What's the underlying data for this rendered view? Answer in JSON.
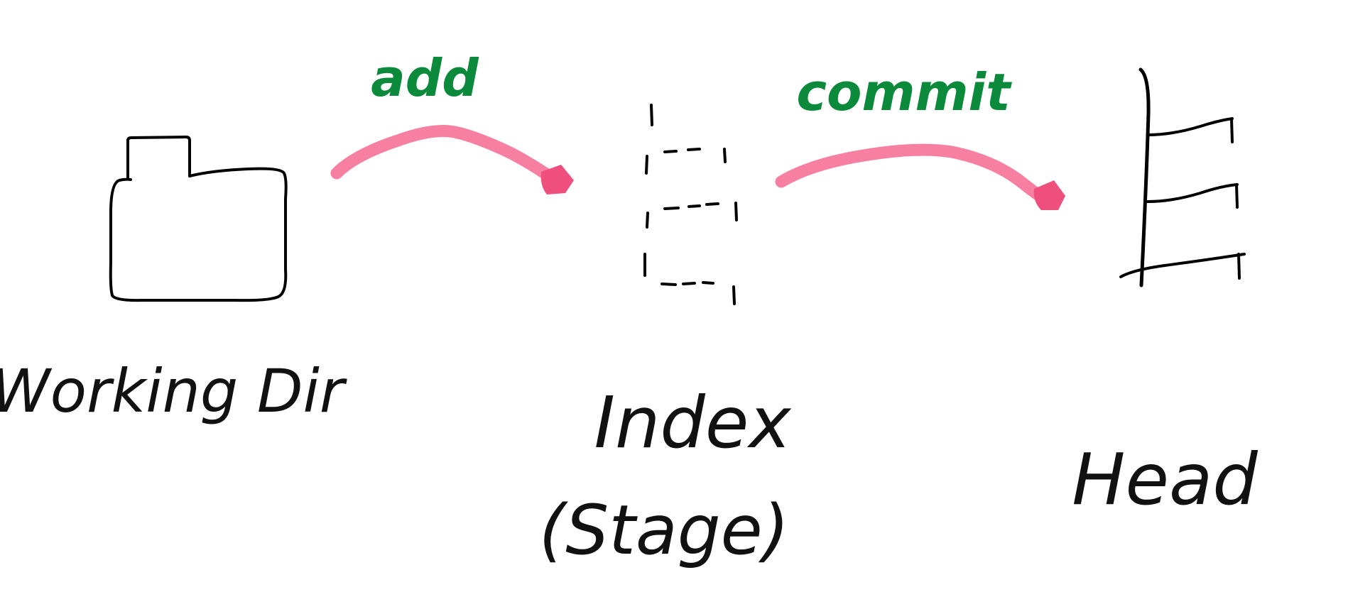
{
  "colors": {
    "ink": "#000000",
    "action_text": "#0a8a3a",
    "arrow": "#f77fa1",
    "arrow_tip": "#ef4f7c"
  },
  "nodes": {
    "working_dir": {
      "label": "Working Dir",
      "icon": "folder-icon"
    },
    "index": {
      "label": "Index",
      "sublabel": "(Stage)",
      "icon": "dashed-list-icon"
    },
    "head": {
      "label": "Head",
      "icon": "commit-tree-icon"
    }
  },
  "edges": [
    {
      "from": "working_dir",
      "to": "index",
      "label": "add"
    },
    {
      "from": "index",
      "to": "head",
      "label": "commit"
    }
  ]
}
